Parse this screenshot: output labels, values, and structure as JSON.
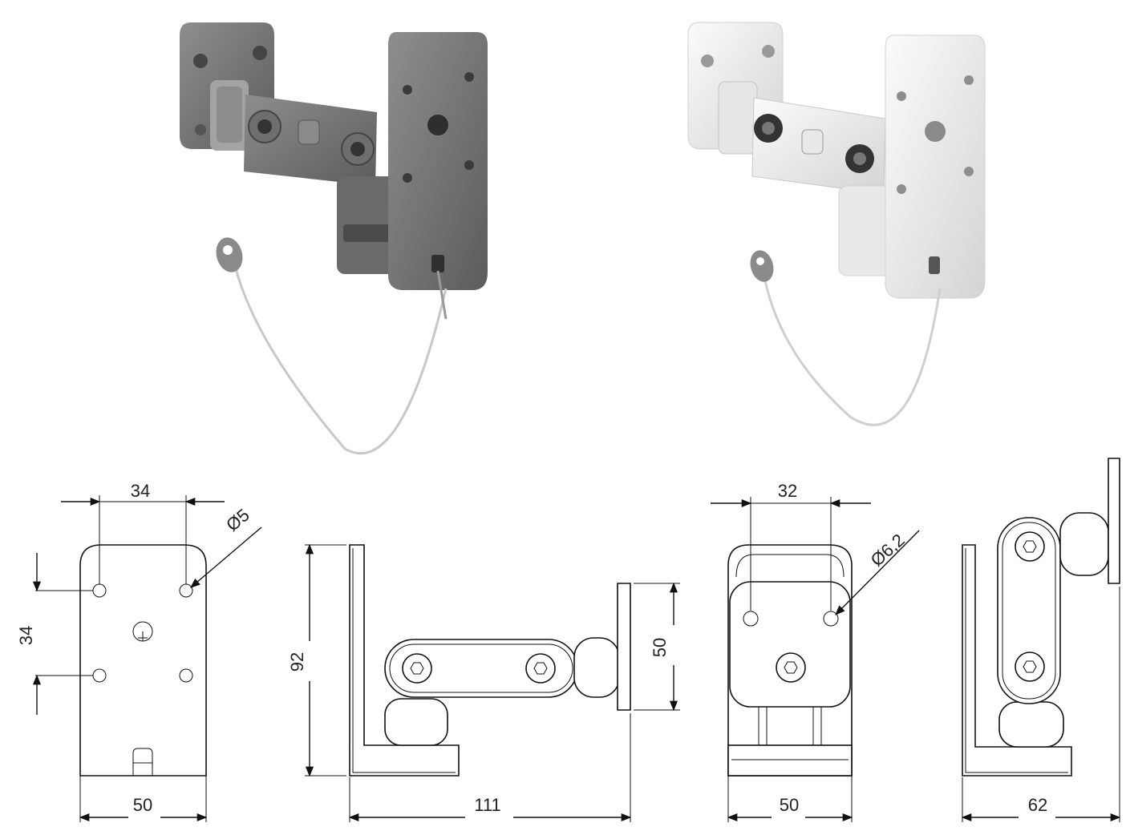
{
  "photos": [
    {
      "id": "bracket-dark",
      "finish": "dark",
      "colors": {
        "body": "#7b7b7b",
        "shade": "#5a5a5a",
        "light": "#9a9a9a"
      }
    },
    {
      "id": "bracket-white",
      "finish": "white",
      "colors": {
        "body": "#eeeeee",
        "shade": "#cfcfcf",
        "light": "#fafafa"
      }
    }
  ],
  "drawings": {
    "speaker_plate_front": {
      "hole_spacing_h": "34",
      "hole_diameter": "Ø5",
      "hole_spacing_v": "34",
      "width": "50"
    },
    "side_view_1": {
      "height": "92",
      "depth": "111",
      "wall_plate_height": "50"
    },
    "wall_plate_front": {
      "hole_spacing_h": "32",
      "hole_diameter": "Ø6,2",
      "width": "50"
    },
    "side_view_2": {
      "depth": "62"
    }
  }
}
